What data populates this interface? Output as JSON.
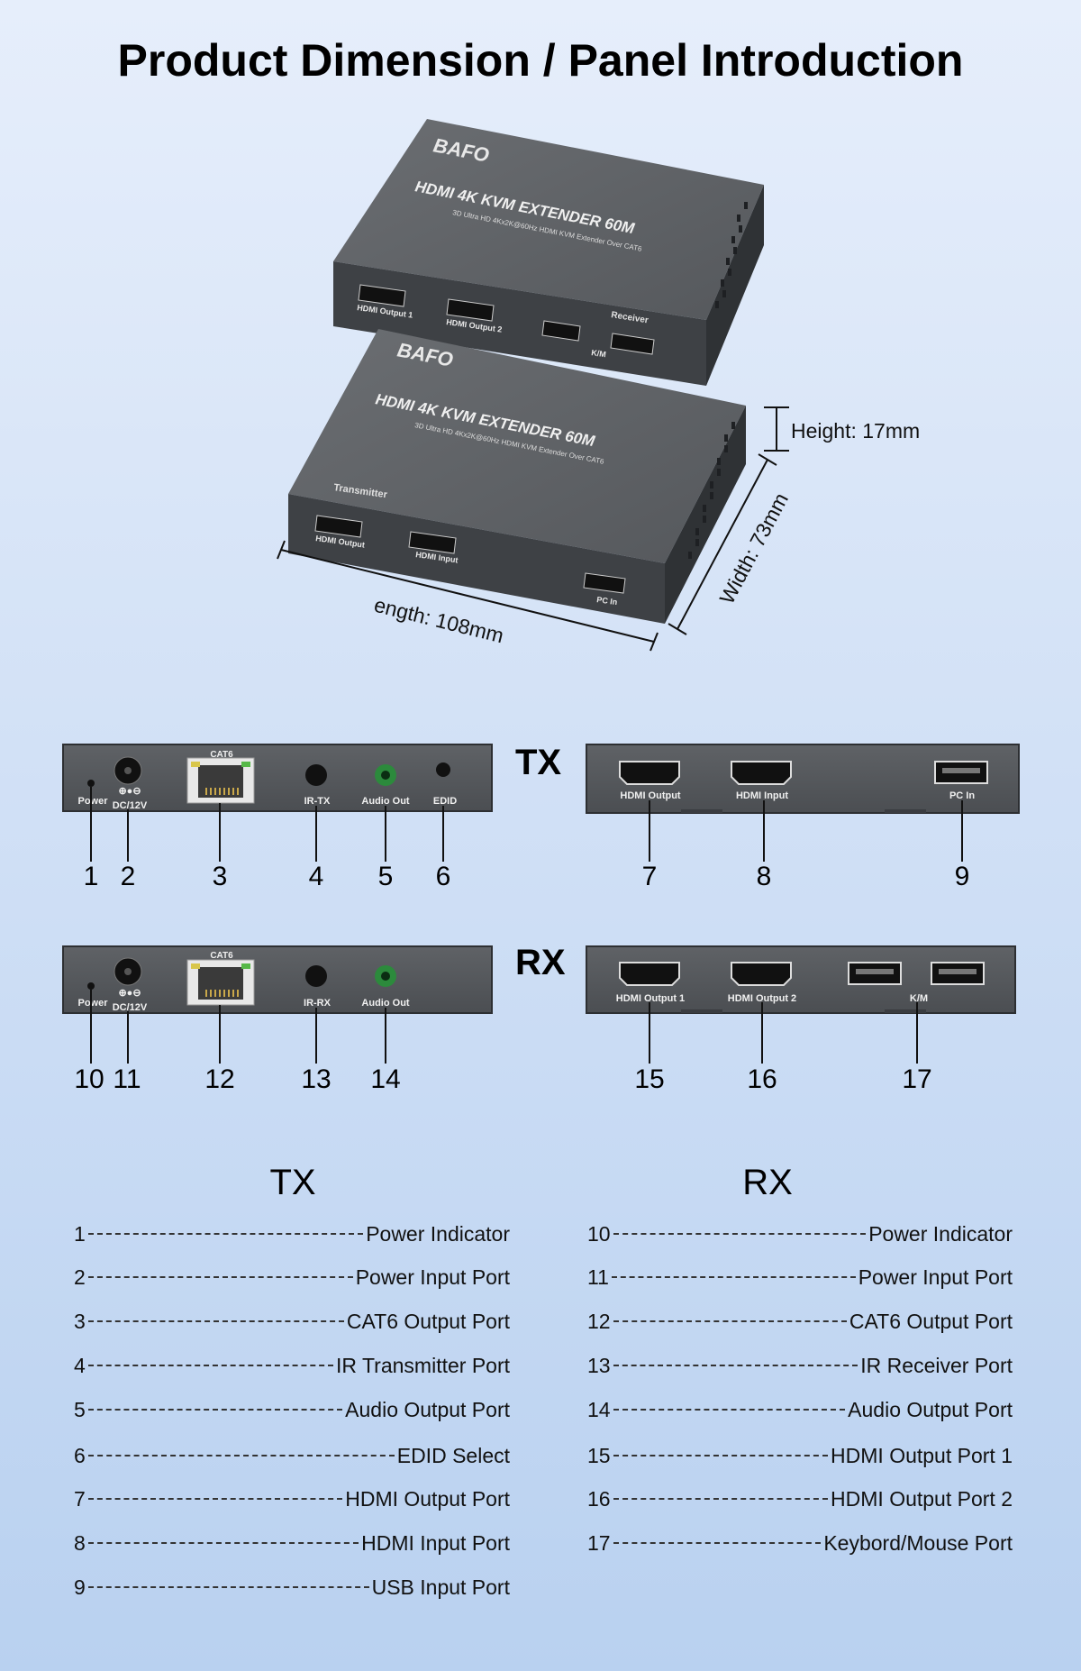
{
  "title": "Product Dimension / Panel Introduction",
  "brand": "BAFO",
  "product_line": "HDMI 4K KVM EXTENDER 60M",
  "product_subline": "3D Ultra HD 4Kx2K@60Hz HDMI KVM Extender Over CAT6",
  "receiver_unit": {
    "name": "Receiver",
    "ports": [
      "HDMI Output 1",
      "HDMI Output 2",
      "K/M"
    ]
  },
  "transmitter_unit": {
    "name": "Transmitter",
    "ports": [
      "HDMI Output",
      "HDMI Input",
      "PC In"
    ]
  },
  "dimensions": {
    "height": "Height: 17mm",
    "width": "Width: 73mm",
    "length": "ength: 108mm"
  },
  "panels": {
    "tx_label": "TX",
    "rx_label": "RX",
    "tx_back": {
      "port_labels": [
        "Power",
        "DC/12V",
        "CAT6",
        "IR-TX",
        "Audio Out",
        "EDID"
      ],
      "polarity": "⊕●⊖",
      "numbers": [
        "1",
        "2",
        "3",
        "4",
        "5",
        "6"
      ]
    },
    "tx_front": {
      "port_labels": [
        "HDMI Output",
        "HDMI Input",
        "PC In"
      ],
      "numbers": [
        "7",
        "8",
        "9"
      ]
    },
    "rx_back": {
      "port_labels": [
        "Power",
        "DC/12V",
        "CAT6",
        "IR-RX",
        "Audio Out"
      ],
      "polarity": "⊕●⊖",
      "numbers": [
        "10",
        "11",
        "12",
        "13",
        "14"
      ]
    },
    "rx_front": {
      "port_labels": [
        "HDMI Output 1",
        "HDMI Output 2",
        "K/M"
      ],
      "numbers": [
        "15",
        "16",
        "17"
      ]
    }
  },
  "legend": {
    "tx_title": "TX",
    "rx_title": "RX",
    "tx_items": [
      {
        "num": "1",
        "label": "Power Indicator"
      },
      {
        "num": "2",
        "label": "Power Input Port"
      },
      {
        "num": "3",
        "label": "CAT6 Output Port"
      },
      {
        "num": "4",
        "label": "IR Transmitter Port"
      },
      {
        "num": "5",
        "label": "Audio Output Port"
      },
      {
        "num": "6",
        "label": "EDID Select"
      },
      {
        "num": "7",
        "label": "HDMI Output Port"
      },
      {
        "num": "8",
        "label": "HDMI Input Port"
      },
      {
        "num": "9",
        "label": "USB Input Port"
      }
    ],
    "rx_items": [
      {
        "num": "10",
        "label": "Power Indicator"
      },
      {
        "num": "11",
        "label": "Power Input Port"
      },
      {
        "num": "12",
        "label": "CAT6 Output Port"
      },
      {
        "num": "13",
        "label": "IR Receiver Port"
      },
      {
        "num": "14",
        "label": "Audio Output Port"
      },
      {
        "num": "15",
        "label": "HDMI Output Port 1"
      },
      {
        "num": "16",
        "label": "HDMI Output Port 2"
      },
      {
        "num": "17",
        "label": "Keybord/Mouse Port"
      }
    ]
  }
}
